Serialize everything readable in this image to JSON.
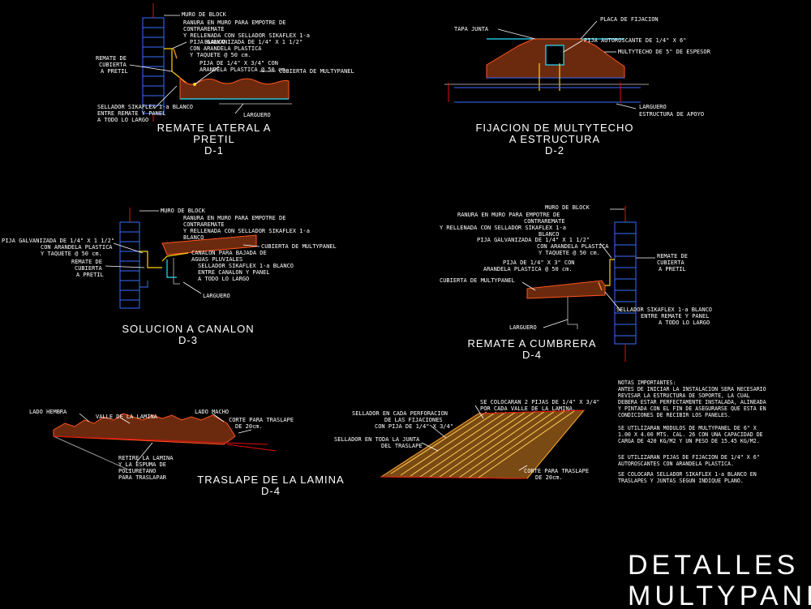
{
  "d1": {
    "labels": [
      "MURO DE BLOCK",
      "RANURA EN MURO PARA EMPOTRE DE",
      "CONTRAREMATE",
      "Y RELLENADA CON SELLADOR SIKAFLEX 1-a",
      "BLANCO",
      "PIJA GALVANIZADA DE 1/4\" X 1  1/2\"",
      "CON ARANDELA PLASTICA",
      "Y TAQUETE @ 50 cm.",
      "REMATE DE",
      "CUBIERTA",
      "A PRETIL",
      "PIJA DE 1/4\" X 3/4\" CON",
      "ARANDELA PLASTICA @ 50 cm.",
      "CUBIERTA DE MULTYPANEL",
      "SELLADOR SIKAFLEX 1-a BLANCO",
      "ENTRE REMATE Y PANEL",
      "A TODO LO LARGO",
      "LARGUERO"
    ],
    "title": [
      "REMATE LATERAL A",
      "PRETIL",
      "D-1"
    ]
  },
  "d2": {
    "labels": [
      "TAPA JUNTA",
      "PLACA DE FIJACION",
      "PIJA AUTOROSCANTE DE 1/4\" X 6\"",
      "MULTYTECHO DE 5\" DE ESPESOR",
      "LARGUERO",
      "ESTRUCTURA DE APOYO"
    ],
    "title": [
      "FIJACION DE MULTYTECHO",
      "A ESTRUCTURA",
      "D-2"
    ]
  },
  "d3": {
    "labels": [
      "MURO DE BLOCK",
      "RANURA EN MURO PARA EMPOTRE DE",
      "CONTRAREMATE",
      "Y RELLENADA CON SELLADOR SIKAFLEX 1-a",
      "BLANCO",
      "PIJA GALVANIZADA DE 1/4\" X 1  1/2\"",
      "CON ARANDELA PLASTICA",
      "Y TAQUETE @ 50 cm.",
      "REMATE DE",
      "CUBIERTA",
      "A PRETIL",
      "CUBIERTA DE MULTYPANEL",
      "CANALON PARA BAJADA DE",
      "AGUAS PLUVIALES",
      "SELLADOR SIKAFLEX 1-a BLANCO",
      "ENTRE CANALON Y PANEL",
      "A TODO LO LARGO",
      "LARGUERO"
    ],
    "title": [
      "SOLUCION A CANALON",
      "D-3"
    ]
  },
  "d4": {
    "labels": [
      "MURO DE BLOCK",
      "RANURA EN MURO PARA EMPOTRE DE",
      "CONTRAREMATE",
      "Y RELLENADA CON SELLADOR SIKAFLEX 1-a",
      "BLANCO",
      "PIJA GALVANIZADA DE 1/4\" X 1  1/2\"",
      "CON ARANDELA PLASTICA",
      "Y TAQUETE @ 50 cm.",
      "REMATE DE",
      "CUBIERTA",
      "A PRETIL",
      "PIJA DE 1/4\" X 3\" CON",
      "ARANDELA PLASTICA @ 50 cm.",
      "CUBIERTA DE MULTYPANEL",
      "SELLADOR SIKAFLEX 1-a BLANCO",
      "ENTRE REMATE Y PANEL",
      "A TODO LO LARGO",
      "LARGUERO"
    ],
    "title": [
      "REMATE A CUMBRERA",
      "D-4"
    ]
  },
  "d5": {
    "labels": [
      "LADO HEMBRA",
      "VALLE DE LA LAMINA",
      "LADO MACHO",
      "CORTE PARA TRASLAPE",
      "DE  20cm.",
      "RETIRE LA LAMINA",
      "Y LA ESPUMA DE",
      "POLIURETANO",
      "PARA TRASLAPAR"
    ],
    "title": [
      "TRASLAPE DE LA LAMINA",
      "D-4"
    ]
  },
  "d6": {
    "labels": [
      "SE COLOCARAN 2 PIJAS DE 1/4\" X 3/4\"",
      "POR CADA VALLE DE LA LAMINA.",
      "SELLADOR EN CADA PERFORACION",
      "DE LAS FIJACIONES",
      "CON PIJA DE 1/4\" X 3/4\"",
      "SELLADOR EN TODA LA JUNTA",
      "DEL TRASLAPE",
      "CORTE PARA TRASLAPE",
      "DE  20cm."
    ]
  },
  "notes": {
    "title": "NOTAS IMPORTANTES:",
    "lines": [
      "ANTES DE INICIAR LA INSTALACION SERA NECESARIO",
      "REVISAR LA ESTRUCTURA DE SOPORTE, LA CUAL",
      "DEBERA ESTAR PERFECTAMENTE INSTALADA, ALINEADA",
      "Y PINTADA CON EL FIN DE ASEGURARSE QUE ESTA EN",
      "CONDICIONES DE RECIBIR LOS PANELES.",
      "",
      "SE UTILIZARAN MODULOS DE MULTYPANEL DE 6\" X",
      "1.00 X 4.00 MTS. CAL. 26 CON UNA CAPACIDAD DE",
      "CARGA DE 420 KG/M2 Y UN PESO DE 15.45 KG/M2.",
      "",
      "SE UTILIZARAN PIJAS DE FIJACION DE 1/4\" X 6\"",
      "AUTOROSCANTES CON ARANDELA PLASTICA.",
      "",
      "SE COLOCARA SELLADOR SIKAFLEX 1-a BLANCO EN",
      "TRASLAPES Y JUNTAS SEGUN INDIQUE PLANO."
    ]
  },
  "sheet_title": [
    "DETALLES",
    "MULTYPANEL"
  ]
}
